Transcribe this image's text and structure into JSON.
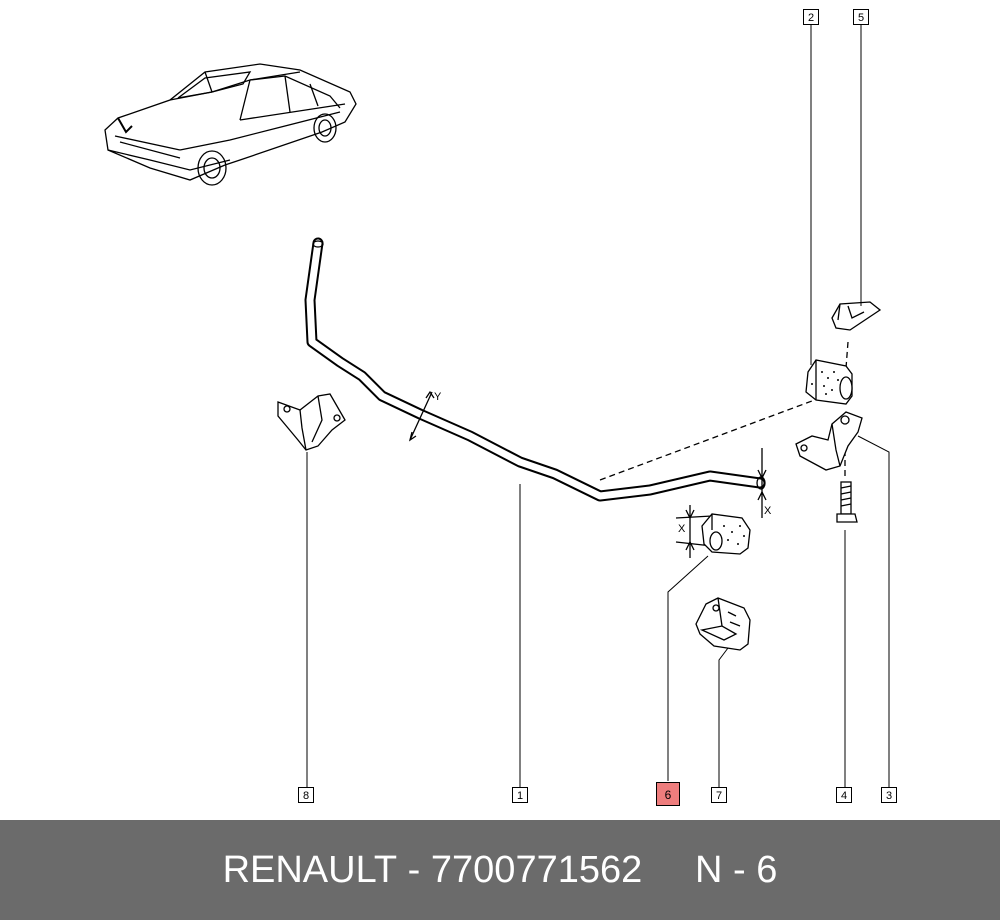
{
  "callouts": {
    "c1": "1",
    "c2": "2",
    "c3": "3",
    "c4": "4",
    "c5": "5",
    "c6": "6",
    "c7": "7",
    "c8": "8"
  },
  "dimension_labels": {
    "x": "X",
    "y": "Y"
  },
  "footer": {
    "brand": "RENAULT",
    "sep": " - ",
    "part_number": "7700771562",
    "gap": "     ",
    "position": "N - 6"
  },
  "colors": {
    "footer_bg": "#6b6b6b",
    "highlight": "#ee7d7d"
  }
}
